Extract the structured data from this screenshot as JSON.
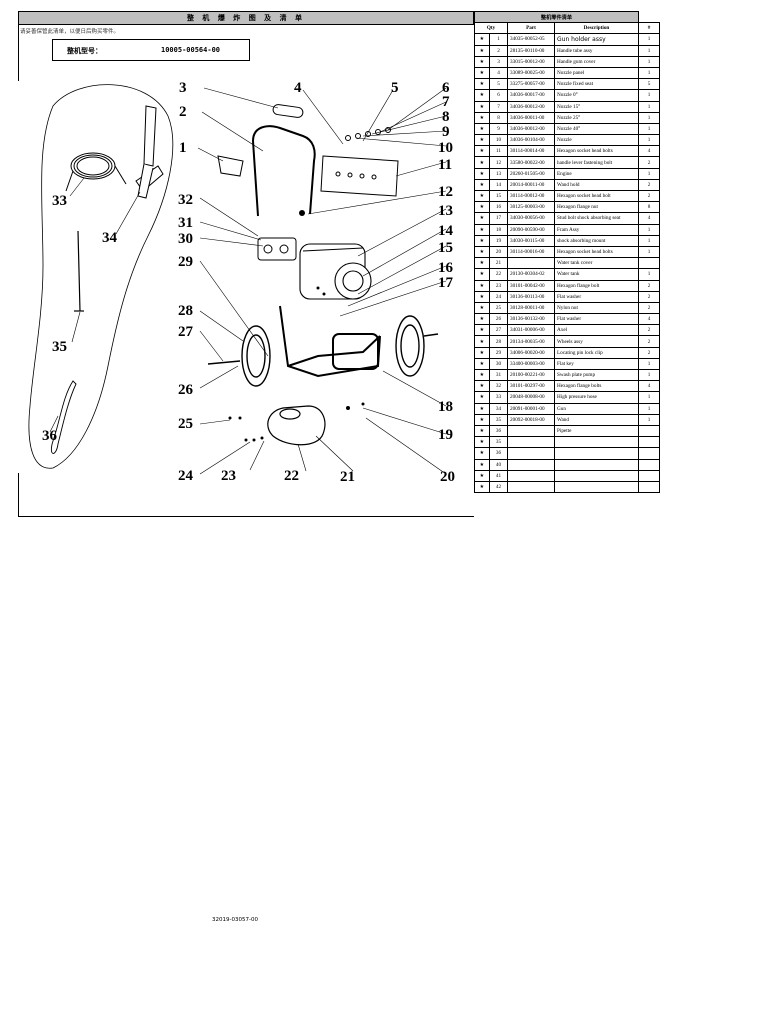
{
  "header": {
    "title": "整 机 爆 炸 图 及 清 单",
    "note": "请妥善保管此清单，以便日后购买零件。",
    "model_label": "整机型号：",
    "model_value": "10005-00564-00"
  },
  "parts_table": {
    "title": "整机零件清单",
    "columns": [
      "Qty",
      "Part",
      "Description",
      "#"
    ],
    "rows": [
      {
        "no": "1",
        "part": "34035-00052-05",
        "desc": "Gun holder assy",
        "qty": "1"
      },
      {
        "no": "2",
        "part": "28135-00110-00",
        "desc": "Handle tube assy",
        "qty": "1"
      },
      {
        "no": "3",
        "part": "33015-00012-00",
        "desc": "Handle gum cover",
        "qty": "1"
      },
      {
        "no": "4",
        "part": "33089-00025-00",
        "desc": "Nozzle panel",
        "qty": "1"
      },
      {
        "no": "5",
        "part": "33275-00057-00",
        "desc": "Nozzle fixed seat",
        "qty": "5"
      },
      {
        "no": "6",
        "part": "34036-00017-00",
        "desc": "Nozzle 0°",
        "qty": "1"
      },
      {
        "no": "7",
        "part": "34036-00012-00",
        "desc": "Nozzle 15°",
        "qty": "1"
      },
      {
        "no": "8",
        "part": "34036-00011-00",
        "desc": "Nozzle 25°",
        "qty": "1"
      },
      {
        "no": "9",
        "part": "34036-00012-00",
        "desc": "Nozzle 40°",
        "qty": "1"
      },
      {
        "no": "10",
        "part": "34036-00104-00",
        "desc": "Nozzle",
        "qty": "1"
      },
      {
        "no": "11",
        "part": "30114-00014-00",
        "desc": "Hexagon socket head bolts",
        "qty": "4"
      },
      {
        "no": "12",
        "part": "33580-00022-00",
        "desc": "handle lever fastening bolt",
        "qty": "2"
      },
      {
        "no": "13",
        "part": "20260-01505-00",
        "desc": "Engine",
        "qty": "1"
      },
      {
        "no": "14",
        "part": "20014-00011-00",
        "desc": "Wand hold",
        "qty": "2"
      },
      {
        "no": "15",
        "part": "30114-00012-00",
        "desc": "Hexagon socket head bolt",
        "qty": "2"
      },
      {
        "no": "16",
        "part": "30125-00003-00",
        "desc": "Hexagon flange nut",
        "qty": "8"
      },
      {
        "no": "17",
        "part": "34030-00056-00",
        "desc": "Stud bolt shock absorbing seat",
        "qty": "4"
      },
      {
        "no": "18",
        "part": "20090-00590-00",
        "desc": "Fram Assy",
        "qty": "1"
      },
      {
        "no": "19",
        "part": "34030-00115-00",
        "desc": "shock absorbing mount",
        "qty": "1"
      },
      {
        "no": "20",
        "part": "30114-00016-00",
        "desc": "Hexagon socket head bolts",
        "qty": "1"
      },
      {
        "no": "21",
        "part": "",
        "desc": "Water tank cover",
        "qty": ""
      },
      {
        "no": "22",
        "part": "20130-00304-02",
        "desc": "Water tank",
        "qty": "1"
      },
      {
        "no": "23",
        "part": "30101-00042-00",
        "desc": "Hexagon flange bolt",
        "qty": "2"
      },
      {
        "no": "24",
        "part": "30136-00113-00",
        "desc": "Flat washer",
        "qty": "2"
      },
      {
        "no": "25",
        "part": "30128-00011-00",
        "desc": "Nylon nut",
        "qty": "2"
      },
      {
        "no": "26",
        "part": "30136-00132-00",
        "desc": "Flat washer",
        "qty": "4"
      },
      {
        "no": "27",
        "part": "34031-00006-00",
        "desc": "Axel",
        "qty": "2"
      },
      {
        "no": "28",
        "part": "20134-00035-00",
        "desc": "Wheels assy",
        "qty": "2"
      },
      {
        "no": "29",
        "part": "34006-00020-00",
        "desc": "Locating pin lock clip",
        "qty": "2"
      },
      {
        "no": "30",
        "part": "33400-00003-00",
        "desc": "Flat key",
        "qty": "1"
      },
      {
        "no": "31",
        "part": "20100-00221-00",
        "desc": "Swash plate pump",
        "qty": "1"
      },
      {
        "no": "32",
        "part": "30101-00297-00",
        "desc": "Hexagon flange bolts",
        "qty": "4"
      },
      {
        "no": "33",
        "part": "20048-00008-00",
        "desc": "High pressure hose",
        "qty": "1"
      },
      {
        "no": "34",
        "part": "20091-00001-00",
        "desc": "Gun",
        "qty": "1"
      },
      {
        "no": "35",
        "part": "20092-00018-00",
        "desc": "Wand",
        "qty": "1"
      },
      {
        "no": "36",
        "part": "",
        "desc": "Pipette",
        "qty": ""
      },
      {
        "no": "35",
        "part": "",
        "desc": "",
        "qty": ""
      },
      {
        "no": "36",
        "part": "",
        "desc": "",
        "qty": ""
      },
      {
        "no": "40",
        "part": "",
        "desc": "",
        "qty": ""
      },
      {
        "no": "41",
        "part": "",
        "desc": "",
        "qty": ""
      },
      {
        "no": "42",
        "part": "",
        "desc": "",
        "qty": ""
      }
    ],
    "star": "★"
  },
  "callouts": [
    "1",
    "2",
    "3",
    "4",
    "5",
    "6",
    "7",
    "8",
    "9",
    "10",
    "11",
    "12",
    "13",
    "14",
    "15",
    "16",
    "17",
    "18",
    "19",
    "20",
    "21",
    "22",
    "23",
    "24",
    "25",
    "26",
    "27",
    "28",
    "29",
    "30",
    "31",
    "32",
    "33",
    "34",
    "35",
    "36"
  ],
  "footer": {
    "code": "32019-03057-00"
  }
}
